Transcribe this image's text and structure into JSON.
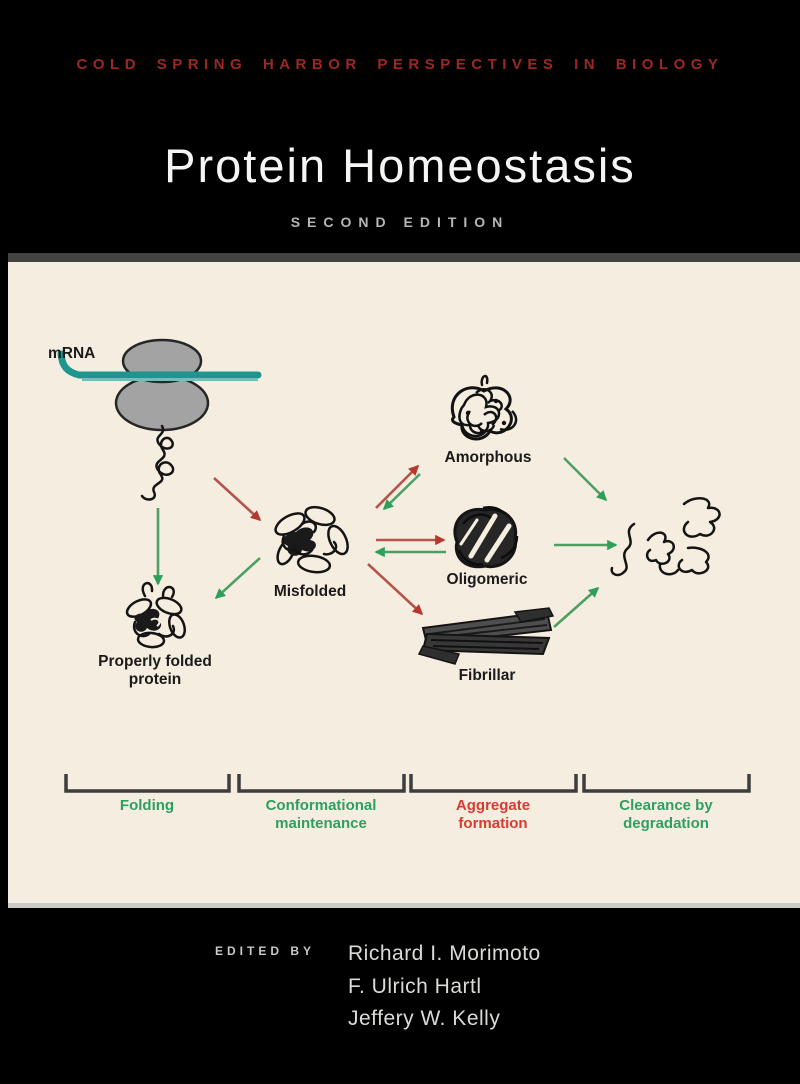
{
  "cover": {
    "series_title": "COLD SPRING HARBOR PERSPECTIVES IN BIOLOGY",
    "title": "Protein Homeostasis",
    "edition": "SECOND EDITION",
    "edited_by_label": "EDITED BY",
    "editors": [
      "Richard I. Morimoto",
      "F. Ulrich Hartl",
      "Jeffery W. Kelly"
    ],
    "colors": {
      "background": "#000000",
      "series_title_red": "#9c2823",
      "panel_cream": "#f5eee0",
      "top_strip_gray": "#434343",
      "bottom_strip_gray": "#cbcac6",
      "arrow_green": "#2e9e5b",
      "arrow_red": "#b5372e",
      "stage_label_green": "#2f9e62",
      "stage_label_red": "#d93a32",
      "mrna_teal": "#1f958f",
      "ribosome_gray": "#a3a3a3"
    }
  },
  "diagram": {
    "mrna_label": "mRNA",
    "node_labels": {
      "misfolded": "Misfolded",
      "properly_folded_1": "Properly folded",
      "properly_folded_2": "protein",
      "amorphous": "Amorphous",
      "oligomeric": "Oligomeric",
      "fibrillar": "Fibrillar"
    },
    "stages": [
      {
        "line1": "Folding",
        "line2": "",
        "color": "#2f9e62"
      },
      {
        "line1": "Conformational",
        "line2": "maintenance",
        "color": "#2f9e62"
      },
      {
        "line1": "Aggregate",
        "line2": "formation",
        "color": "#d93a32"
      },
      {
        "line1": "Clearance by",
        "line2": "degradation",
        "color": "#2f9e62"
      }
    ]
  }
}
